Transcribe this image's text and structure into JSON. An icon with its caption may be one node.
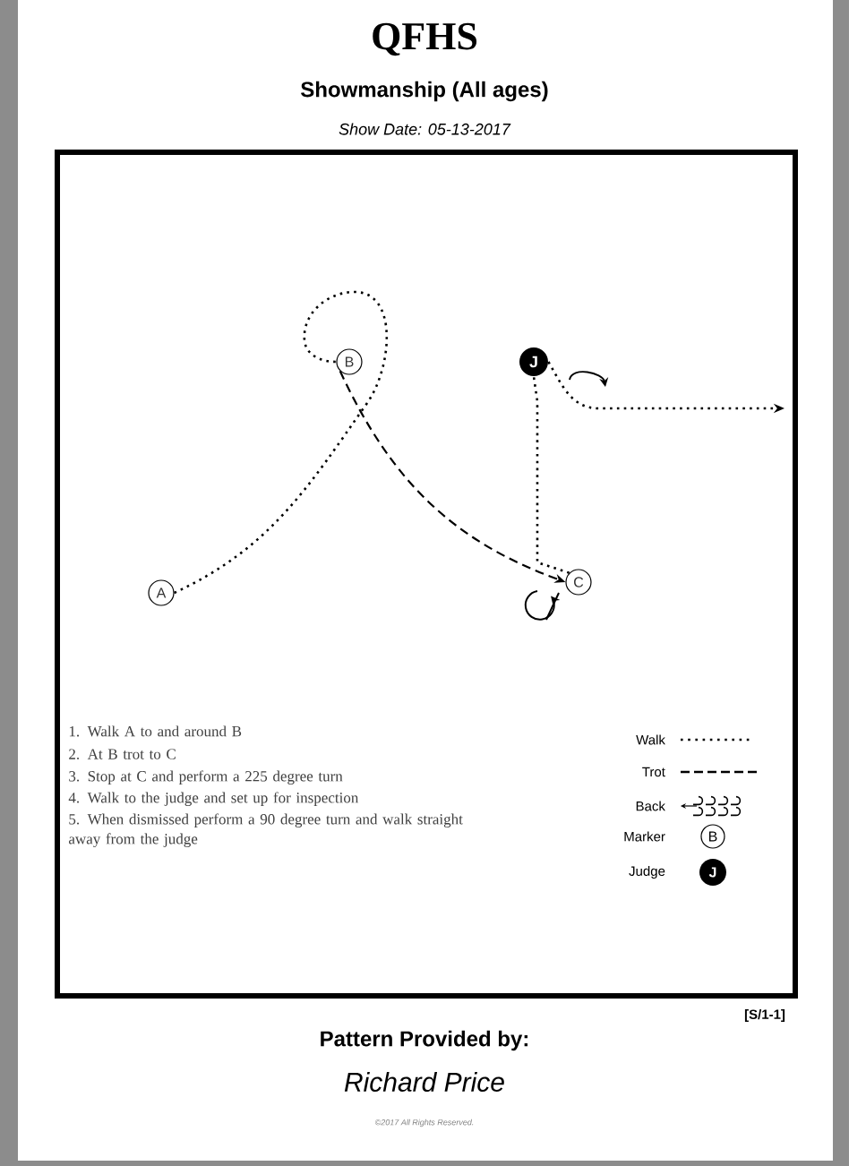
{
  "diagram": {
    "title": "QFHS",
    "nodes": [
      {
        "text": [
          "A"
        ]
      },
      {
        "text": [
          "B"
        ]
      },
      {
        "text": [
          "C"
        ]
      },
      {
        "text": [
          "J"
        ]
      }
    ],
    "edges": [
      {
        "from": 0,
        "to": 1,
        "arrow": "none"
      },
      {
        "from": 1,
        "to": 2,
        "arrow": "to",
        "style": "dashed"
      },
      {
        "from": 2,
        "to": 3,
        "arrow": "none"
      },
      {
        "from": 3,
        "to": null,
        "arrow": "to"
      }
    ],
    "labels": [
      "Showmanship  (All ages)",
      "Show Date: 05-13-2017",
      "1. Walk A to and around B",
      "2. At B trot to C",
      "3. Stop at C and perform a 225 degree turn",
      "4. Walk to the judge and set up for inspection",
      "5. When dismissed perform a 90 degree turn and walk straight away from the judge",
      "B",
      "J",
      "[S/1-1]",
      "Pattern Provided by:",
      "Richard Price",
      "©2017 All Rights Reserved."
    ],
    "legend": [
      {
        "text": "Walk"
      },
      {
        "text": "Trot"
      },
      {
        "text": "Back"
      },
      {
        "text": "Marker"
      },
      {
        "text": "Judge"
      }
    ]
  }
}
